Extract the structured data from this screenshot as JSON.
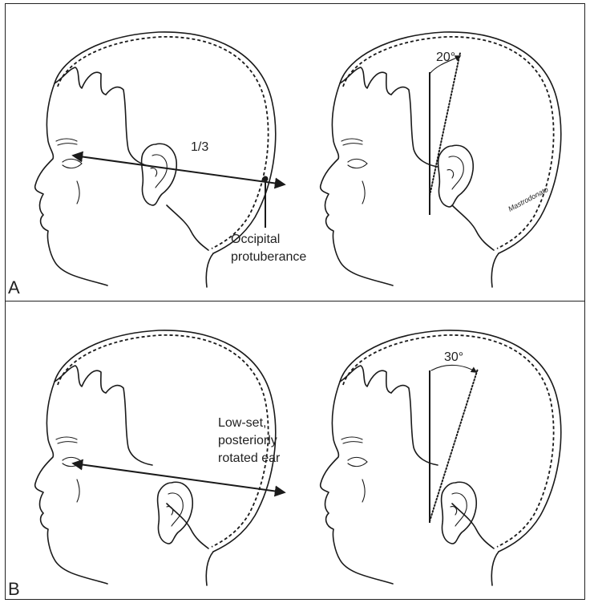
{
  "panels": {
    "a": {
      "letter": "A",
      "ratio_label": "1/3",
      "landmark_line1": "Occipital",
      "landmark_line2": "protuberance",
      "angle_label": "20°",
      "signature": "Mastrodonato"
    },
    "b": {
      "letter": "B",
      "ear_line1": "Low-set,",
      "ear_line2": "posteriorly",
      "ear_line3": "rotated ear",
      "angle_label": "30°"
    }
  }
}
